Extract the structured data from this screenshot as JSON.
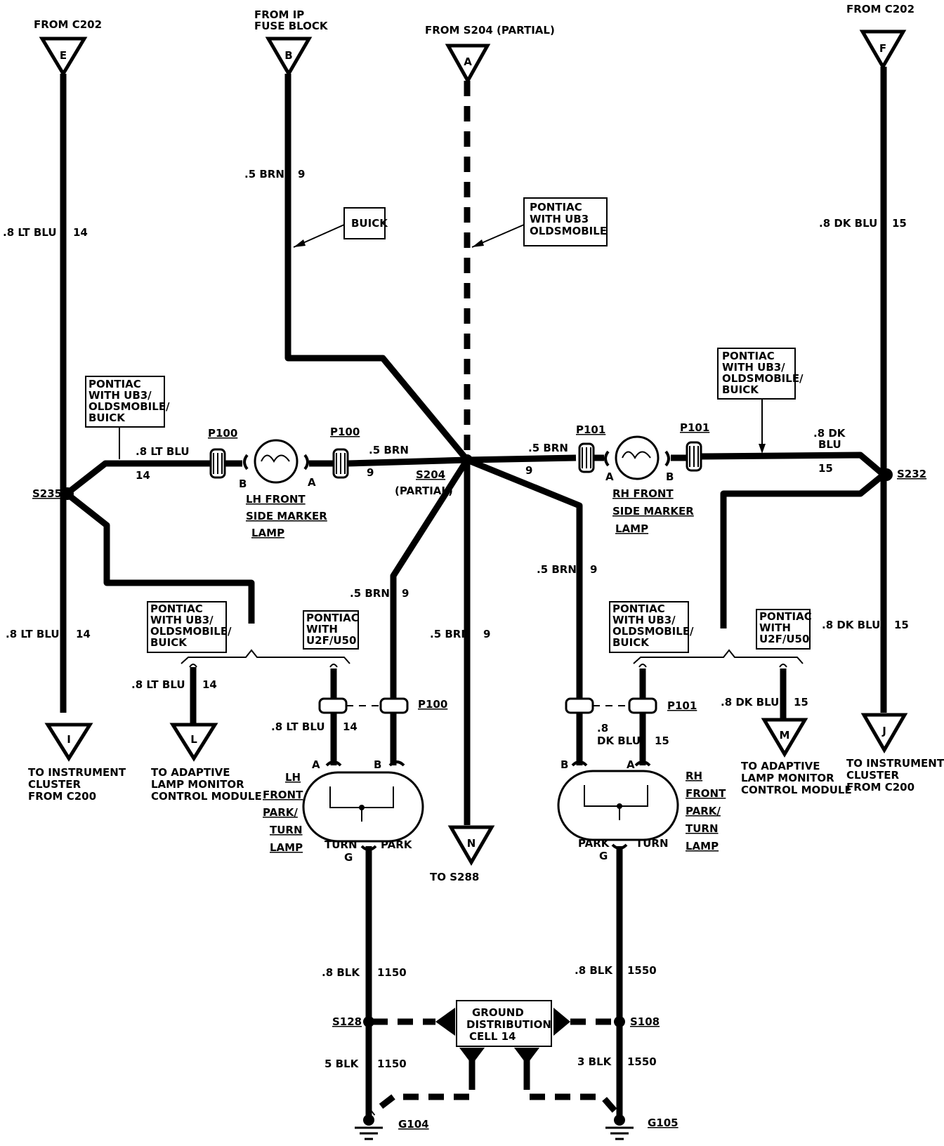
{
  "connectors": {
    "E": {
      "letter": "E",
      "from": "FROM C202"
    },
    "B": {
      "letter": "B",
      "from_line1": "FROM IP",
      "from_line2": "FUSE BLOCK"
    },
    "A": {
      "letter": "A",
      "from": "FROM S204 (PARTIAL)"
    },
    "F": {
      "letter": "F",
      "from": "FROM C202"
    },
    "I": {
      "letter": "I",
      "to_line1": "TO INSTRUMENT",
      "to_line2": "CLUSTER",
      "to_line3": "FROM C200"
    },
    "L": {
      "letter": "L",
      "to_line1": "TO ADAPTIVE",
      "to_line2": "LAMP MONITOR",
      "to_line3": "CONTROL MODULE"
    },
    "N": {
      "letter": "N",
      "to": "TO S288"
    },
    "M": {
      "letter": "M",
      "to_line1": "TO ADAPTIVE",
      "to_line2": "LAMP MONITOR",
      "to_line3": "CONTROL MODULE"
    },
    "J": {
      "letter": "J",
      "to_line1": "TO INSTRUMENT",
      "to_line2": "CLUSTER",
      "to_line3": "FROM C200"
    }
  },
  "wire_labels": {
    "e_wire": {
      "color": ".8 LT BLU",
      "circuit": "14"
    },
    "b_wire": {
      "color": ".5 BRN",
      "circuit": "9"
    },
    "f_wire": {
      "color": ".8 DK BLU",
      "circuit": "15"
    },
    "lh_marker_b": {
      "color": ".8 LT BLU",
      "circuit": "14"
    },
    "lh_marker_a": {
      "color": ".5 BRN",
      "circuit": "9"
    },
    "rh_marker_a": {
      "color": ".5 BRN",
      "circuit": "9"
    },
    "rh_marker_b_color_1": ".8 DK",
    "rh_marker_b_color_2": "BLU",
    "rh_marker_b_circuit": "15",
    "i_wire": {
      "color": ".8 LT BLU",
      "circuit": "14"
    },
    "lh_brn_down": {
      "color": ".5 BRN",
      "circuit": "9"
    },
    "n_wire": {
      "color": ".5 BRN",
      "circuit": "9"
    },
    "rh_brn_down": {
      "color": ".5 BRN",
      "circuit": "9"
    },
    "j_wire": {
      "color": ".8 DK BLU",
      "circuit": "15"
    },
    "l_wire": {
      "color": ".8 LT BLU",
      "circuit": "14"
    },
    "lh_lamp_a": {
      "color": ".8 LT BLU",
      "circuit": "14"
    },
    "rh_lamp_b_1": ".8",
    "rh_lamp_b_2": "DK BLU",
    "rh_lamp_b_circuit": "15",
    "m_wire": {
      "color": ".8 DK BLU",
      "circuit": "15"
    },
    "lh_ground_top": {
      "color": ".8 BLK",
      "circuit": "1150"
    },
    "rh_ground_top": {
      "color": ".8 BLK",
      "circuit": "1550"
    },
    "lh_ground_bottom": {
      "color": "5 BLK",
      "circuit": "1150"
    },
    "rh_ground_bottom": {
      "color": "3 BLK",
      "circuit": "1550"
    }
  },
  "notes": {
    "buick": "BUICK",
    "pontiac_ub3": [
      "PONTIAC",
      "WITH UB3",
      "OLDSMOBILE"
    ],
    "right_top": [
      "PONTIAC",
      "WITH UB3/",
      "OLDSMOBILE/",
      "BUICK"
    ],
    "left_top": [
      "PONTIAC",
      "WITH UB3/",
      "OLDSMOBILE/",
      "BUICK"
    ],
    "left_mid": [
      "PONTIAC",
      "WITH UB3/",
      "OLDSMOBILE/",
      "BUICK"
    ],
    "left_u2f": [
      "PONTIAC",
      "WITH",
      "U2F/U50"
    ],
    "right_mid": [
      "PONTIAC",
      "WITH UB3/",
      "OLDSMOBILE/",
      "BUICK"
    ],
    "right_u2f": [
      "PONTIAC",
      "WITH",
      "U2F/U50"
    ],
    "ground_cell": [
      "GROUND",
      "DISTRIBUTION",
      "CELL  14"
    ]
  },
  "splices": {
    "s235": "S235",
    "s204": "S204",
    "s204_partial": "(PARTIAL)",
    "s232": "S232",
    "s128": "S128",
    "s108": "S108"
  },
  "connectors_inline": {
    "p100_1": "P100",
    "p100_2": "P100",
    "p101_1": "P101",
    "p101_2": "P101",
    "p100_3": "P100",
    "p101_3": "P101"
  },
  "pins": {
    "lh_marker_b": "B",
    "lh_marker_a": "A",
    "rh_marker_a": "A",
    "rh_marker_b": "B",
    "lh_lamp_a": "A",
    "lh_lamp_b": "B",
    "rh_lamp_b": "B",
    "rh_lamp_a": "A",
    "lh_lamp_g": "G",
    "rh_lamp_g": "G"
  },
  "lamps": {
    "lh_marker": [
      "LH FRONT",
      "SIDE MARKER",
      "LAMP"
    ],
    "rh_marker": [
      "RH FRONT",
      "SIDE MARKER",
      "LAMP"
    ],
    "lh_park": [
      "LH",
      "FRONT",
      "PARK/",
      "TURN",
      "LAMP"
    ],
    "rh_park": [
      "RH",
      "FRONT",
      "PARK/",
      "TURN",
      "LAMP"
    ],
    "lh_turn": "TURN",
    "lh_park_lbl": "PARK",
    "rh_park_lbl": "PARK",
    "rh_turn": "TURN"
  },
  "grounds": {
    "g104": "G104",
    "g105": "G105"
  }
}
